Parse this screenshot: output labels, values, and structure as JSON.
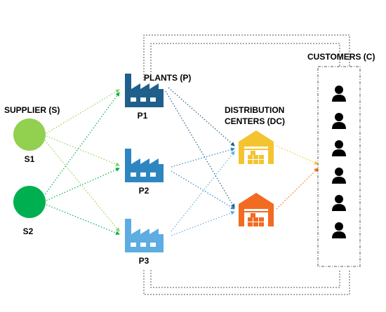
{
  "labels": {
    "supplier_title": "SUPPLIER (S)",
    "plants_title": "PLANTS (P)",
    "dc_title_line1": "DISTRIBUTION",
    "dc_title_line2": "CENTERS (DC)",
    "customers_title": "CUSTOMERS (C)"
  },
  "suppliers": [
    {
      "label": "S1",
      "color": "#92d050"
    },
    {
      "label": "S2",
      "color": "#00b050"
    }
  ],
  "plants": [
    {
      "label": "P1",
      "color": "#1f5f8b"
    },
    {
      "label": "P2",
      "color": "#2e86c1"
    },
    {
      "label": "P3",
      "color": "#5dade2"
    }
  ],
  "distribution_centers": [
    {
      "id": "DC1",
      "color": "#f4c430"
    },
    {
      "id": "DC2",
      "color": "#f26b21"
    }
  ],
  "customers_count": 6,
  "colors": {
    "supplier_links_s1": "#92d050",
    "supplier_links_s2": "#00b050",
    "link_p1": "#1f5f8b",
    "link_p2": "#2e86c1",
    "link_p3": "#5dade2",
    "link_dc1": "#f4c430",
    "link_dc2": "#f26b21",
    "customer": "#000000",
    "box_border": "#555555"
  },
  "icons": {
    "plant": "factory-icon",
    "dc": "warehouse-icon",
    "customer": "person-icon"
  }
}
